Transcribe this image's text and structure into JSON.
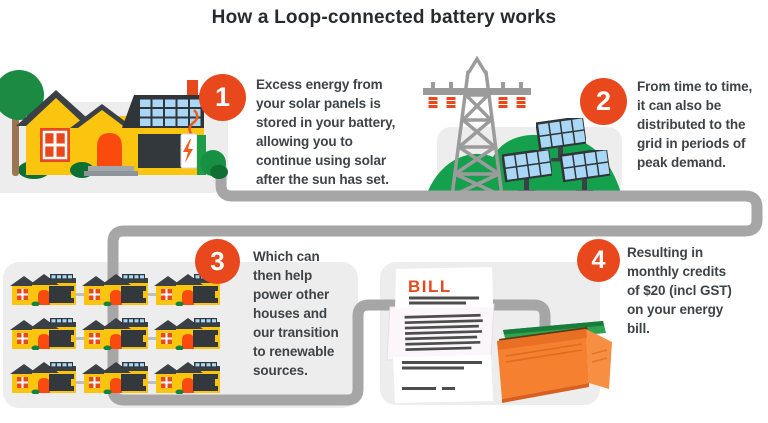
{
  "title": "How a Loop-connected battery works",
  "colors": {
    "accent": "#E8481C",
    "cable": "#A6A6A6",
    "card": "#EDEDED",
    "title": "#272B2E",
    "text": "#3F4346",
    "house_yellow": "#FBC40F",
    "roof_dark": "#3A4045",
    "door_orange": "#FB4A0E",
    "panel_blue": "#A9D7F5",
    "hill_green": "#14A04C",
    "tree_green": "#1B8A43",
    "bush_green": "#0E6F33",
    "tower_gray": "#9B9B9B",
    "bill_line": "#4D4D4D",
    "wallet_orange": "#F5802F",
    "wallet_flap": "#F78F42",
    "money_green": "#2FA14F"
  },
  "steps": [
    {
      "number": "1",
      "text": "Excess energy from\nyour solar panels is\nstored in your battery,\nallowing you to\ncontinue using solar\nafter the sun has set."
    },
    {
      "number": "2",
      "text": "From time to time,\nit can also be\ndistributed to the\ngrid in periods of\npeak demand."
    },
    {
      "number": "3",
      "text": "Which can\nthen help\npower other\nhouses and\nour transition\nto renewable\nsources."
    },
    {
      "number": "4",
      "text": "Resulting in\nmonthly credits\nof $20 (incl GST)\non your energy\nbill."
    }
  ],
  "bill": {
    "label": "BILL"
  }
}
